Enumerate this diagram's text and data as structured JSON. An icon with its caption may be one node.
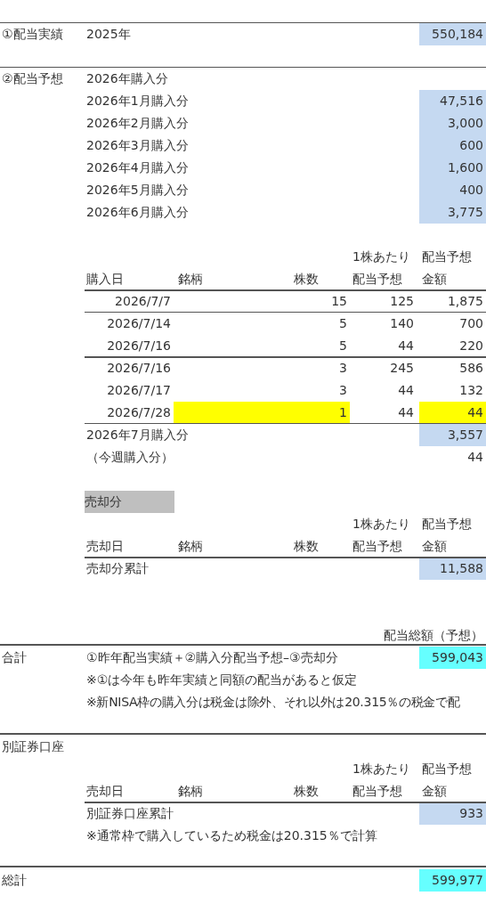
{
  "diagram": {
    "labels": [
      "①配当実績",
      "2025年",
      "550,184",
      "②配当予想",
      "2026年購入分",
      "2026年1月購入分",
      "47,516",
      "2026年2月購入分",
      "3,000",
      "2026年3月購入分",
      "600",
      "2026年4月購入分",
      "1,600",
      "2026年5月購入分",
      "400",
      "2026年6月購入分",
      "3,775",
      "1株あたり",
      "配当予想",
      "購入日",
      "銘柄",
      "株数",
      "配当予想",
      "金額",
      "2026/7/7",
      "15",
      "125",
      "1,875",
      "2026/7/14",
      "5",
      "140",
      "700",
      "2026/7/16",
      "5",
      "44",
      "220",
      "2026/7/16",
      "3",
      "245",
      "586",
      "2026/7/17",
      "3",
      "44",
      "132",
      "2026/7/28",
      "1",
      "44",
      "44",
      "2026年7月購入分",
      "3,557",
      "（今週購入分）",
      "44",
      "売却分",
      "1株あたり",
      "配当予想",
      "売却日",
      "銘柄",
      "株数",
      "配当予想",
      "金額",
      "売却分累計",
      "11,588",
      "配当総額（予想）",
      "合計",
      "①昨年配当実績＋②購入分配当予想–③売却分",
      "599,043",
      "※①は今年も昨年実績と同額の配当があると仮定",
      "※新NISA枠の購入分は税金は除外、それ以外は20.315％の税金で配",
      "別証券口座",
      "1株あたり",
      "配当予想",
      "売却日",
      "銘柄",
      "株数",
      "配当予想",
      "金額",
      "別証券口座累計",
      "933",
      "※通常枠で購入しているため税金は20.315％で計算",
      "総計",
      "599,977"
    ]
  }
}
